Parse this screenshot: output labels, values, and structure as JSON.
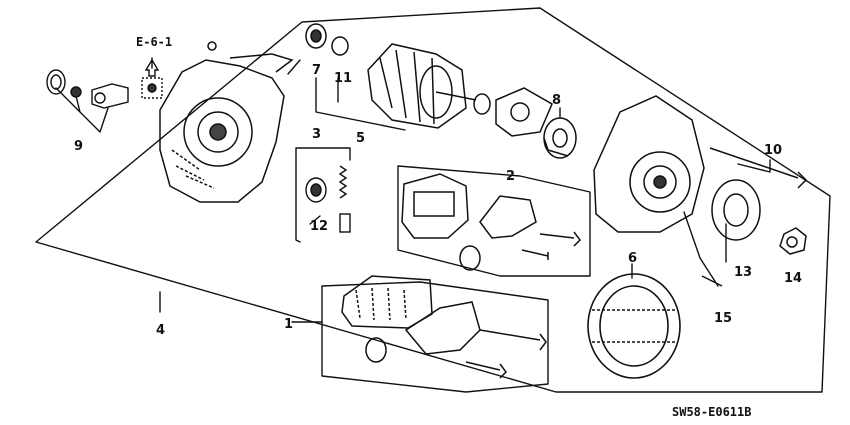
{
  "diagram": {
    "reference": "E-6-1",
    "drawing_code": "SW58-E0611B",
    "callouts": [
      "1",
      "2",
      "3",
      "4",
      "5",
      "6",
      "7",
      "8",
      "9",
      "10",
      "11",
      "12",
      "13",
      "14",
      "15"
    ]
  }
}
